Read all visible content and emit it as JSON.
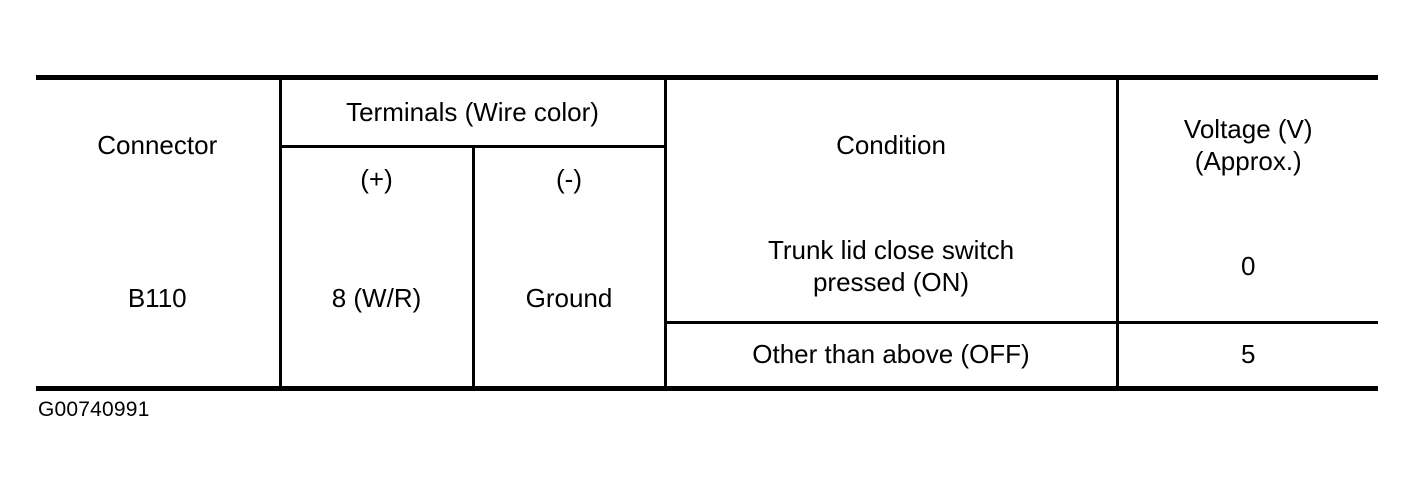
{
  "document": {
    "type": "automotive-service-manual-spec-table",
    "caption": "G00740991"
  },
  "table": {
    "headers": {
      "connector": "Connector",
      "terminals_group": "Terminals (Wire color)",
      "terminal_positive": "(+)",
      "terminal_negative": "(-)",
      "condition": "Condition",
      "voltage_line1": "Voltage (V)",
      "voltage_line2": "(Approx.)"
    },
    "rows": [
      {
        "connector": "B110",
        "terminal_positive": "8 (W/R)",
        "terminal_negative": "Ground",
        "conditions": [
          {
            "condition_line1": "Trunk lid close switch",
            "condition_line2": "pressed (ON)",
            "voltage": "0"
          },
          {
            "condition_line1": "Other than above (OFF)",
            "condition_line2": "",
            "voltage": "5"
          }
        ]
      }
    ]
  },
  "colors": {
    "ink": "#000000",
    "page": "#ffffff"
  }
}
